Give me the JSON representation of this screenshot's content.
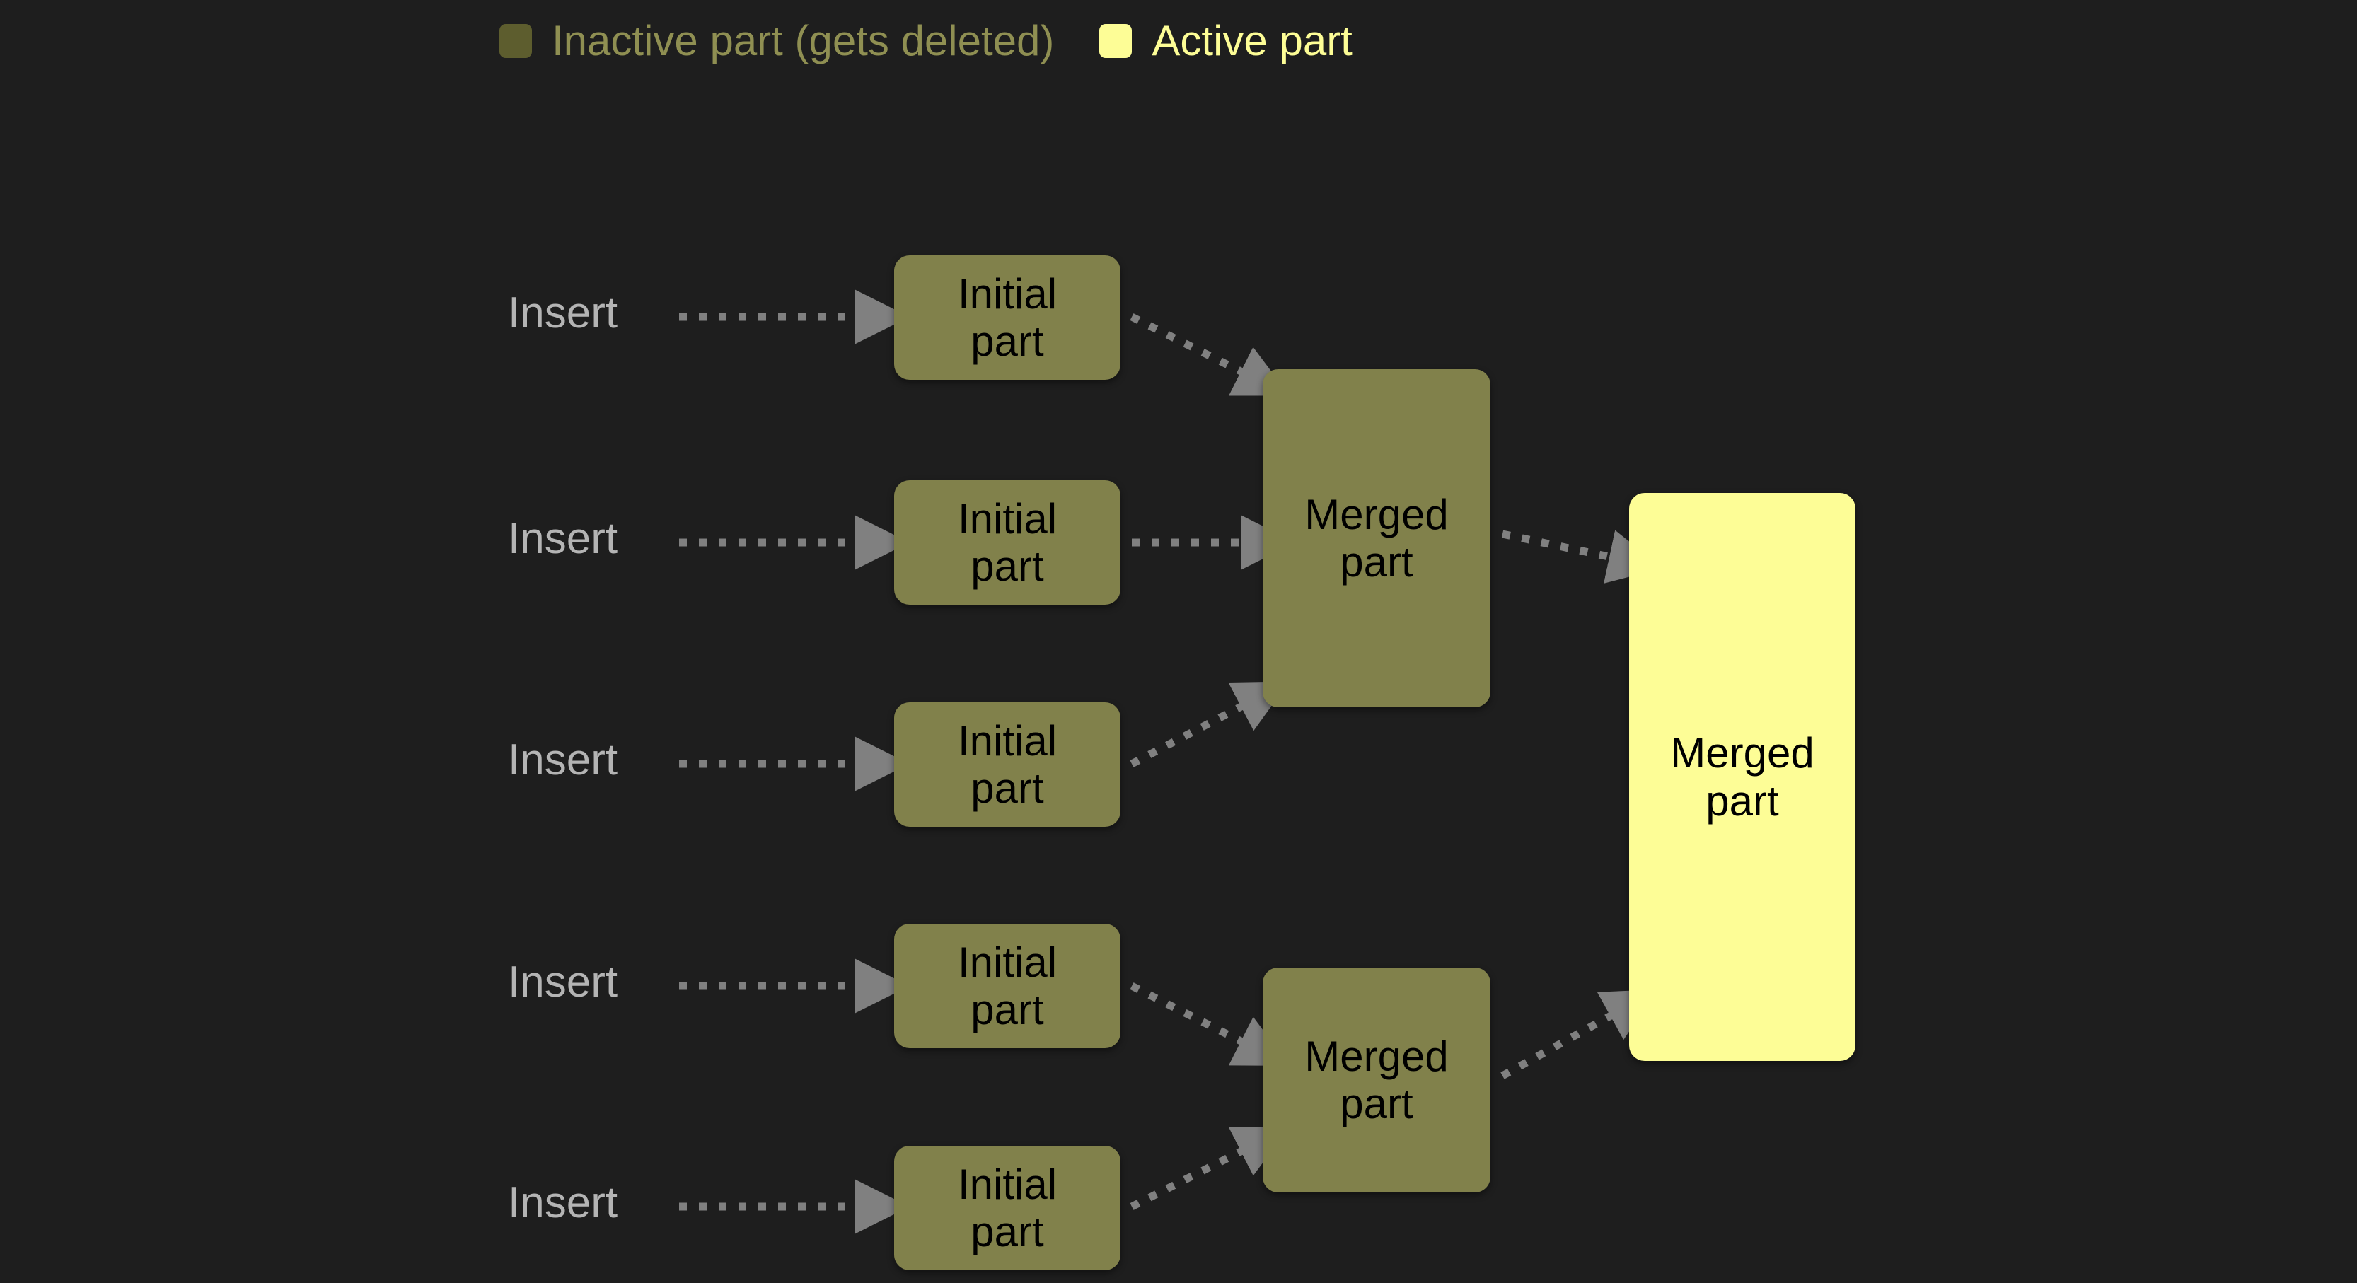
{
  "background_color": "#1e1e1e",
  "legend": {
    "items": [
      {
        "label": "Inactive part (gets deleted)",
        "color": "#5d5d2e",
        "text_color": "#8f8f52",
        "swatch_name": "inactive-part-swatch"
      },
      {
        "label": "Active part",
        "color": "#fdfd96",
        "text_color": "#fdfd96",
        "swatch_name": "active-part-swatch"
      }
    ]
  },
  "diagram": {
    "type": "flow-diagram",
    "insert_labels": [
      {
        "text": "Insert"
      },
      {
        "text": "Insert"
      },
      {
        "text": "Insert"
      },
      {
        "text": "Insert"
      },
      {
        "text": "Insert"
      }
    ],
    "initial_parts": [
      {
        "line1": "Initial",
        "line2": "part",
        "state": "inactive"
      },
      {
        "line1": "Initial",
        "line2": "part",
        "state": "inactive"
      },
      {
        "line1": "Initial",
        "line2": "part",
        "state": "inactive"
      },
      {
        "line1": "Initial",
        "line2": "part",
        "state": "inactive"
      },
      {
        "line1": "Initial",
        "line2": "part",
        "state": "inactive"
      }
    ],
    "merged_parts": [
      {
        "line1": "Merged",
        "line2": "part",
        "state": "inactive"
      },
      {
        "line1": "Merged",
        "line2": "part",
        "state": "inactive"
      }
    ],
    "final_part": {
      "line1": "Merged",
      "line2": "part",
      "state": "active"
    },
    "arrow_color": "#808080",
    "arrow_style": "dotted"
  }
}
